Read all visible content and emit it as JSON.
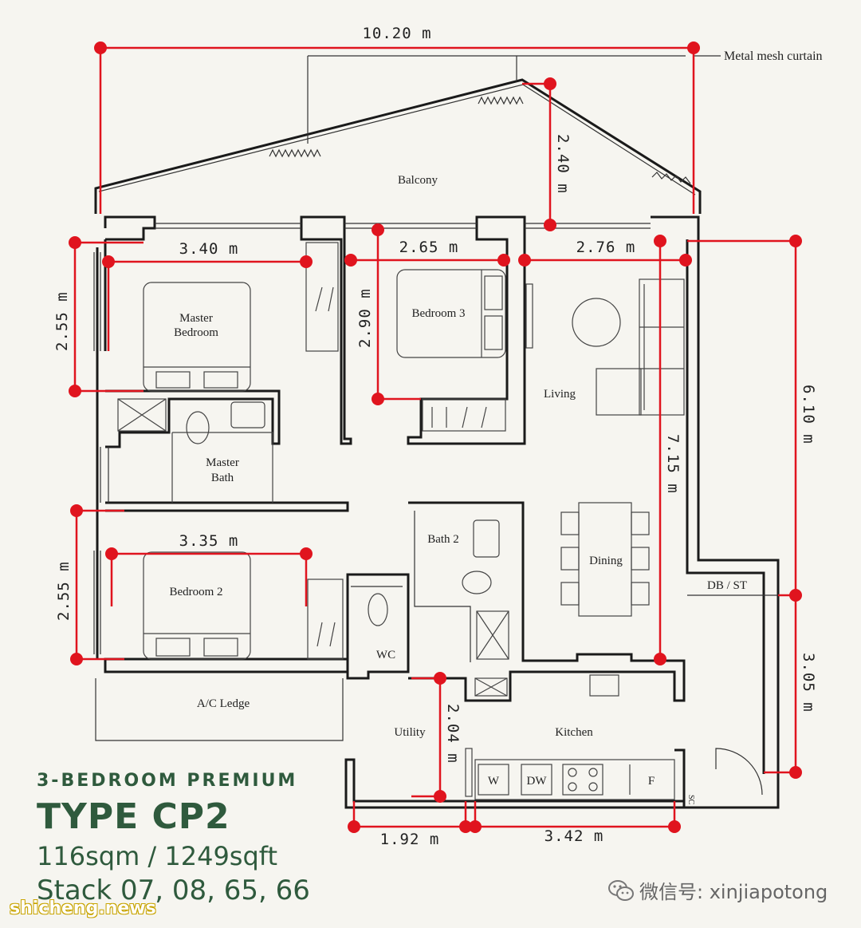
{
  "plan": {
    "rooms": {
      "balcony": "Balcony",
      "master_bedroom": [
        "Master",
        "Bedroom"
      ],
      "bedroom3": "Bedroom 3",
      "living": "Living",
      "master_bath": [
        "Master",
        "Bath"
      ],
      "bath2": "Bath 2",
      "dining": "Dining",
      "bedroom2": "Bedroom 2",
      "db_st": "DB / ST",
      "wc": "WC",
      "ac_ledge": "A/C Ledge",
      "utility": "Utility",
      "kitchen": "Kitchen"
    },
    "annotations": {
      "metal_mesh": "Metal mesh curtain",
      "washer": "W",
      "dishwasher": "DW",
      "fridge": "F",
      "sc": "SC"
    },
    "dimensions": {
      "overall_width": "10.20 m",
      "balcony_depth": "2.40 m",
      "master_width": "3.40 m",
      "bed3_width": "2.65 m",
      "living_width": "2.76 m",
      "master_depth": "2.55 m",
      "bed3_depth": "2.90 m",
      "right_upper": "6.10 m",
      "living_depth": "7.15 m",
      "bed2_width": "3.35 m",
      "bed2_depth": "2.55 m",
      "right_lower": "3.05 m",
      "utility_depth": "2.04 m",
      "utility_width": "1.92 m",
      "kitchen_width": "3.42 m"
    }
  },
  "info": {
    "subtitle": "3-BEDROOM PREMIUM",
    "type_title": "TYPE CP2",
    "area": "116sqm / 1249sqft",
    "stacks": "Stack 07, 08, 65, 66"
  },
  "wechat": {
    "label": "微信号: xinjiapotong",
    "icon": "wechat-icon"
  },
  "watermark": "shicheng.news",
  "colors": {
    "dimension_red": "#e0141e",
    "title_green": "#2f5a3d",
    "paper": "#f6f5f0"
  }
}
